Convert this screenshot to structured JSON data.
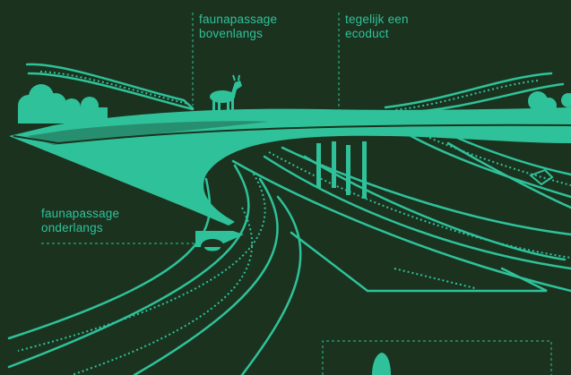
{
  "labels": {
    "overpass": {
      "line1": "faunapassage",
      "line2": "bovenlangs"
    },
    "ecoduct": {
      "line1": "tegelijk een",
      "line2": "ecoduct"
    },
    "underpass": {
      "line1": "faunapassage",
      "line2": "onderlangs"
    }
  },
  "colors": {
    "background": "#1b321f",
    "accent": "#2fc29a"
  },
  "icons": [
    "deer-icon",
    "tree-icon",
    "culvert-icon",
    "rabbit-icon"
  ]
}
